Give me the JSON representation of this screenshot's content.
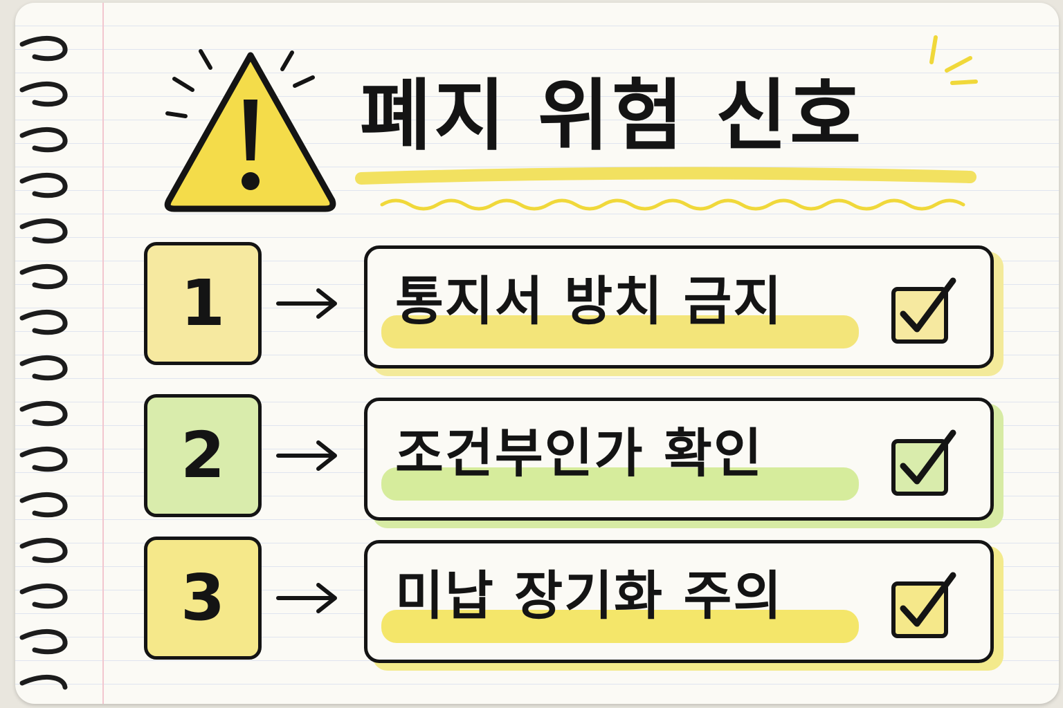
{
  "title": "폐지 위험 신호",
  "items": [
    {
      "number": "1",
      "label": "통지서 방치 금지",
      "box_color": "#f6e9a0",
      "highlight_color": "#f3e57a"
    },
    {
      "number": "2",
      "label": "조건부인가 확인",
      "box_color": "#d9ecac",
      "highlight_color": "#d6ec9c"
    },
    {
      "number": "3",
      "label": "미납 장기화 주의",
      "box_color": "#f5e88a",
      "highlight_color": "#f4e66a"
    }
  ],
  "colors": {
    "accent_yellow": "#f4d93a",
    "ink": "#141414"
  },
  "icons": {
    "title_icon": "warning-triangle-icon",
    "check_icon": "checkbox-checked-icon",
    "arrow_icon": "arrow-right-icon"
  }
}
